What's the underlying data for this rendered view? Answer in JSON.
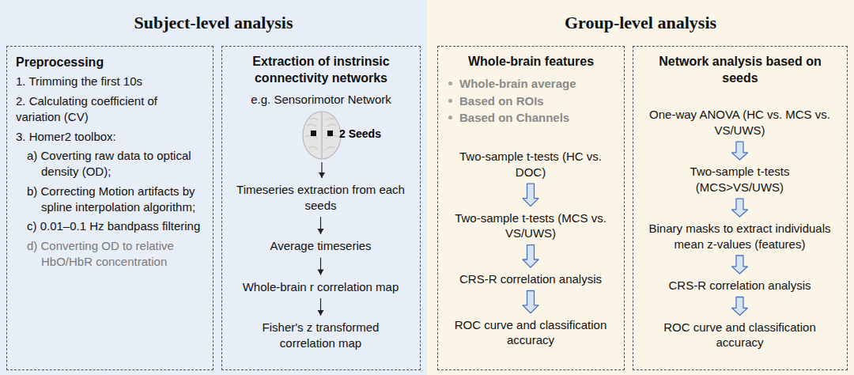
{
  "diagram": {
    "nodes": [
      {
        "text": [
          "Subject-level analysis"
        ]
      },
      {
        "text": [
          "Preprocessing",
          "1. Trimming the first 10s",
          "2. Calculating coefficient of variation (CV)",
          "3. Homer2 toolbox:",
          "a) Coverting raw data to optical density (OD);",
          "b) Correcting Motion artifacts by spline interpolation algorithm;",
          "c) 0.01–0.1 Hz bandpass filtering",
          "d) Converting OD to relative HbO/HbR concentration"
        ],
        "in": 0
      },
      {
        "text": [
          "Extraction of instrinsic connectivity networks",
          "e.g. Sensorimotor Network"
        ],
        "in": 0
      },
      {
        "text": [
          "Timeseries extraction from each seeds"
        ],
        "in": 2
      },
      {
        "text": [
          "Average timeseries"
        ],
        "in": 2
      },
      {
        "text": [
          "Whole-brain r correlation map"
        ],
        "in": 2
      },
      {
        "text": [
          "Fisher's z transformed correlation map"
        ],
        "in": 2
      },
      {
        "text": [
          "Group-level analysis"
        ]
      },
      {
        "text": [
          "Whole-brain features",
          "Whole-brain average",
          "Based on ROIs",
          "Based on Channels"
        ],
        "in": 7
      },
      {
        "text": [
          "Two-sample t-tests (HC vs. DOC)"
        ],
        "in": 8
      },
      {
        "text": [
          "Two-sample t-tests (MCS vs. VS/UWS)"
        ],
        "in": 8
      },
      {
        "text": [
          "CRS-R correlation analysis"
        ],
        "in": 8
      },
      {
        "text": [
          "ROC curve and classification accuracy"
        ],
        "in": 8
      },
      {
        "text": [
          "Network analysis based on seeds"
        ],
        "in": 7
      },
      {
        "text": [
          "One-way ANOVA (HC vs. MCS vs. VS/UWS)"
        ],
        "in": 13
      },
      {
        "text": [
          "Two-sample t-tests (MCS>VS/UWS)"
        ],
        "in": 13
      },
      {
        "text": [
          "Binary masks to extract individuals mean z-values (features)"
        ],
        "in": 13
      },
      {
        "text": [
          "CRS-R correlation analysis"
        ],
        "in": 13
      },
      {
        "text": [
          "ROC curve and classification accuracy"
        ],
        "in": 13
      }
    ],
    "edges": [
      {
        "from": 3,
        "to": 4,
        "arrow": "to"
      },
      {
        "from": 4,
        "to": 5,
        "arrow": "to"
      },
      {
        "from": 5,
        "to": 6,
        "arrow": "to"
      },
      {
        "from": 9,
        "to": 10,
        "arrow": "to"
      },
      {
        "from": 10,
        "to": 11,
        "arrow": "to"
      },
      {
        "from": 11,
        "to": 12,
        "arrow": "to"
      },
      {
        "from": 14,
        "to": 15,
        "arrow": "to"
      },
      {
        "from": 15,
        "to": 16,
        "arrow": "to"
      },
      {
        "from": 16,
        "to": 17,
        "arrow": "to"
      },
      {
        "from": 17,
        "to": 18,
        "arrow": "to"
      }
    ],
    "labels": [
      "2 Seeds"
    ]
  }
}
